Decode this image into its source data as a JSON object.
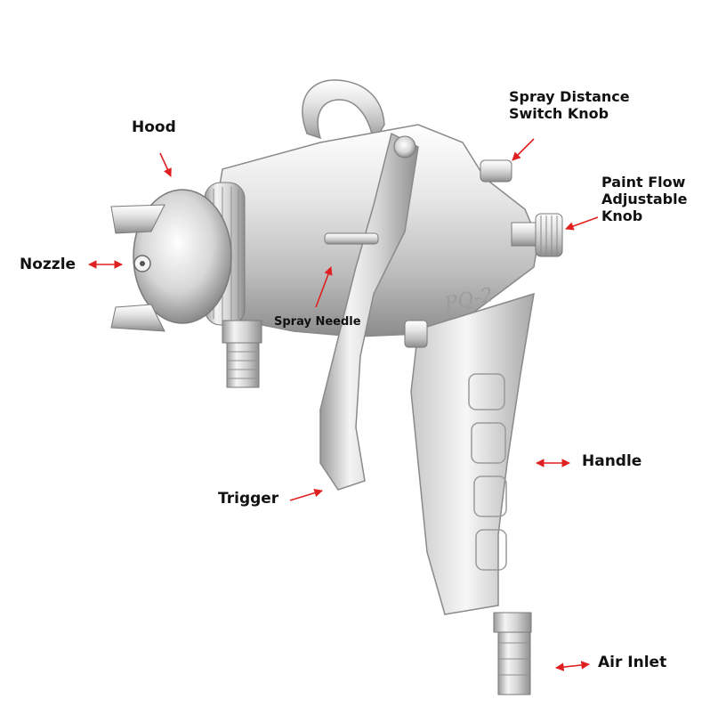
{
  "product": {
    "model_mark": "PQ-2"
  },
  "colors": {
    "arrow": "#e02020",
    "text": "#111111",
    "metal_light": "#f2f2f2",
    "metal_mid": "#c9c9c9",
    "metal_dark": "#8a8a8a"
  },
  "labels": {
    "hood": "Hood",
    "nozzle": "Nozzle",
    "spray_needle": "Spray Needle",
    "trigger": "Trigger",
    "spray_distance_line1": "Spray Distance",
    "spray_distance_line2": "Switch Knob",
    "paint_flow_line1": "Paint Flow",
    "paint_flow_line2": "Adjustable",
    "paint_flow_line3": "Knob",
    "handle": "Handle",
    "air_inlet": "Air Inlet"
  }
}
